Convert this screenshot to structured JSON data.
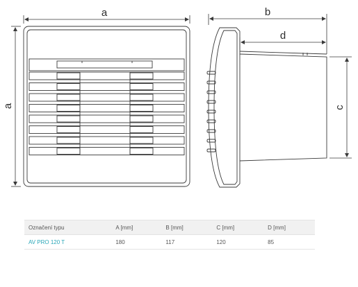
{
  "dimensions": {
    "a_width": "a",
    "a_height": "a",
    "b": "b",
    "c": "c",
    "d": "d"
  },
  "table": {
    "headers": [
      "Označení typu",
      "A [mm]",
      "B [mm]",
      "C [mm]",
      "D [mm]"
    ],
    "rows": [
      [
        "AV PRO 120 T",
        "180",
        "117",
        "120",
        "85"
      ]
    ]
  },
  "colors": {
    "line": "#3a3a3a",
    "model_text": "#2aa7b8",
    "header_bg": "#f1f1f1"
  }
}
